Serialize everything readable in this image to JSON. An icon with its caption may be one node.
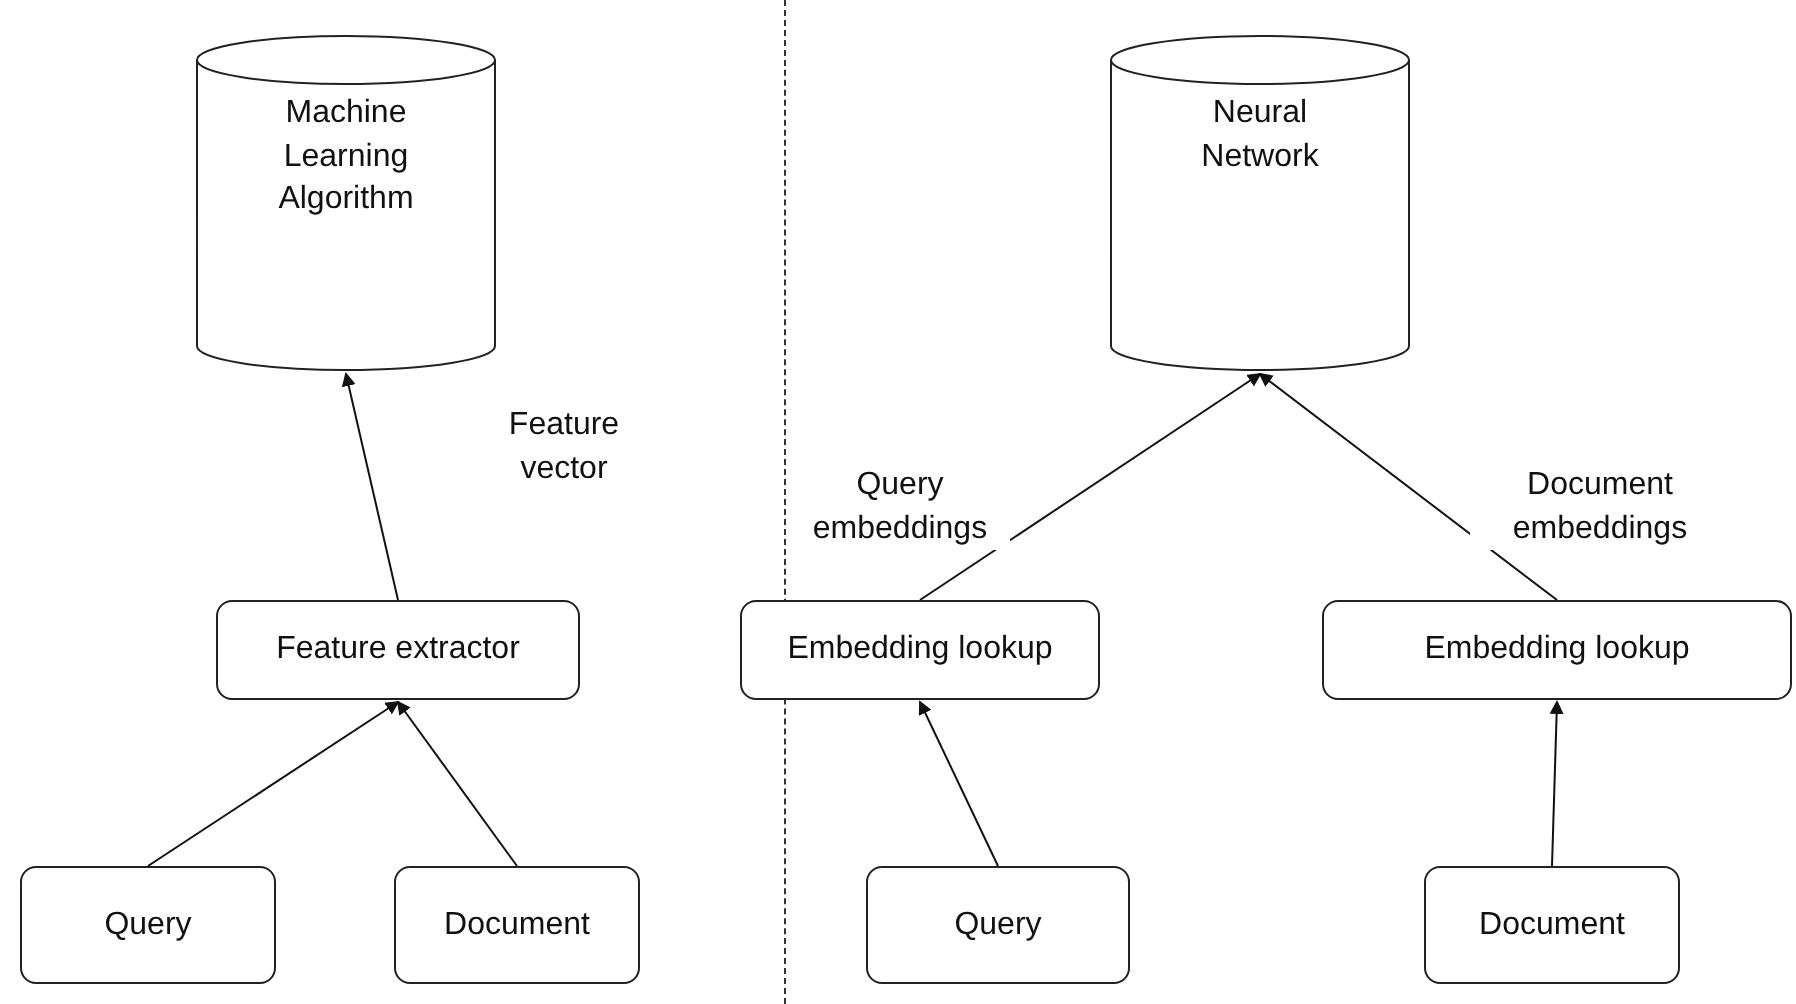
{
  "diagram": {
    "nodes": [
      {
        "text": [
          "Machine Learning Algorithm"
        ]
      },
      {
        "text": [
          "Feature extractor"
        ]
      },
      {
        "text": [
          "Query"
        ]
      },
      {
        "text": [
          "Document"
        ]
      },
      {
        "text": [
          "Neural Network"
        ]
      },
      {
        "text": [
          "Embedding lookup"
        ]
      },
      {
        "text": [
          "Embedding lookup"
        ]
      },
      {
        "text": [
          "Query"
        ]
      },
      {
        "text": [
          "Document"
        ]
      }
    ],
    "edges": [
      {
        "from": 2,
        "to": 1,
        "arrow": "to"
      },
      {
        "from": 3,
        "to": 1,
        "arrow": "to"
      },
      {
        "from": 1,
        "to": 0,
        "arrow": "to",
        "label": "Feature vector"
      },
      {
        "from": 5,
        "to": 4,
        "arrow": "to",
        "label": "Query embeddings"
      },
      {
        "from": 6,
        "to": 4,
        "arrow": "to",
        "label": "Document embeddings"
      },
      {
        "from": 7,
        "to": 5,
        "arrow": "to"
      },
      {
        "from": 8,
        "to": 6,
        "arrow": "to"
      }
    ]
  }
}
